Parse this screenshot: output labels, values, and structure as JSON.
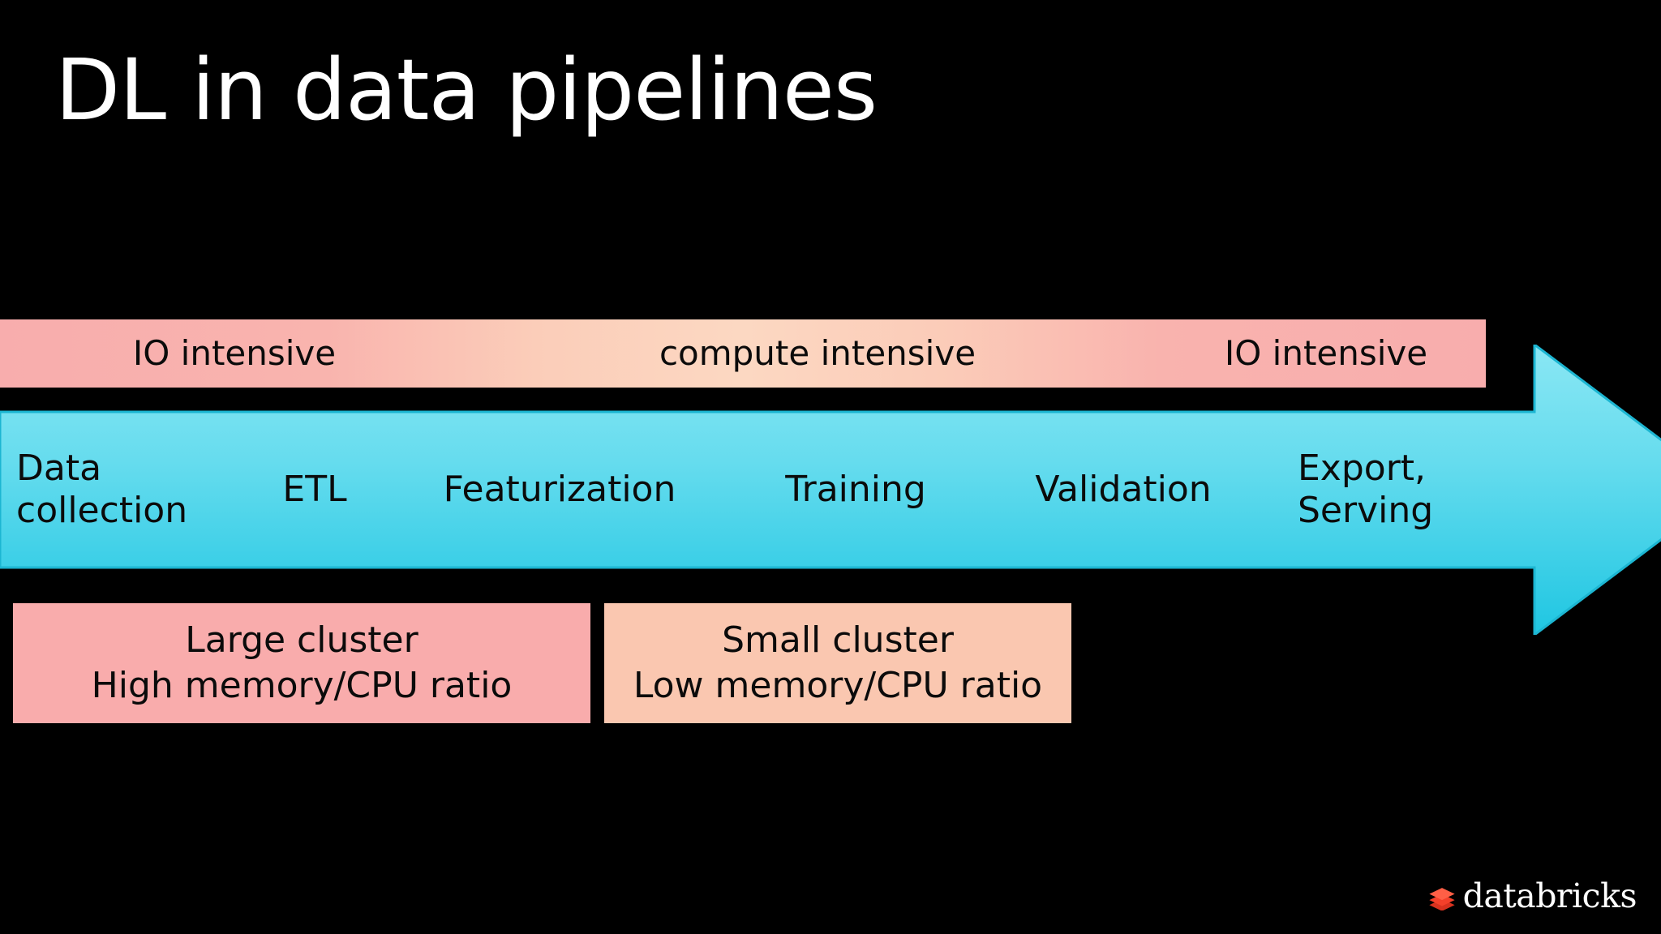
{
  "slide": {
    "title": "DL in data pipelines",
    "background_color": "#000000",
    "title_color": "#ffffff"
  },
  "intensity_bar": {
    "name": "workload-intensity-bar",
    "gradient_from": "#f8adad",
    "gradient_mid": "#fcd8c2",
    "gradient_to": "#f8adad",
    "text_color": "#0b0b0b",
    "labels": [
      {
        "text": "IO intensive"
      },
      {
        "text": "compute intensive"
      },
      {
        "text": "IO intensive"
      }
    ]
  },
  "pipeline_arrow": {
    "name": "data-pipeline-arrow",
    "direction": "right",
    "gradient_top": "#85e4f2",
    "gradient_bottom": "#22c8e2",
    "outline_color": "#1fb9d4",
    "text_color": "#0b0b0b",
    "stages": [
      {
        "line1": "Data",
        "line2": "collection"
      },
      {
        "line1": "ETL",
        "line2": ""
      },
      {
        "line1": "Featurization",
        "line2": ""
      },
      {
        "line1": "Training",
        "line2": ""
      },
      {
        "line1": "Validation",
        "line2": ""
      },
      {
        "line1": "Export,",
        "line2": "Serving"
      }
    ]
  },
  "cluster_boxes": [
    {
      "name": "large-cluster-callout",
      "line1": "Large cluster",
      "line2": "High memory/CPU ratio",
      "fill": "#f9acac"
    },
    {
      "name": "small-cluster-callout",
      "line1": "Small cluster",
      "line2": "Low memory/CPU ratio",
      "fill": "#fac7b0"
    }
  ],
  "logo": {
    "name": "databricks-logo",
    "wordmark": "databricks",
    "mark_icon": "databricks-stacked-layers-icon",
    "mark_color_light": "#ff5f46",
    "mark_color_mid": "#f4402a",
    "mark_color_dark": "#d8321f",
    "wordmark_color": "#ffffff"
  }
}
